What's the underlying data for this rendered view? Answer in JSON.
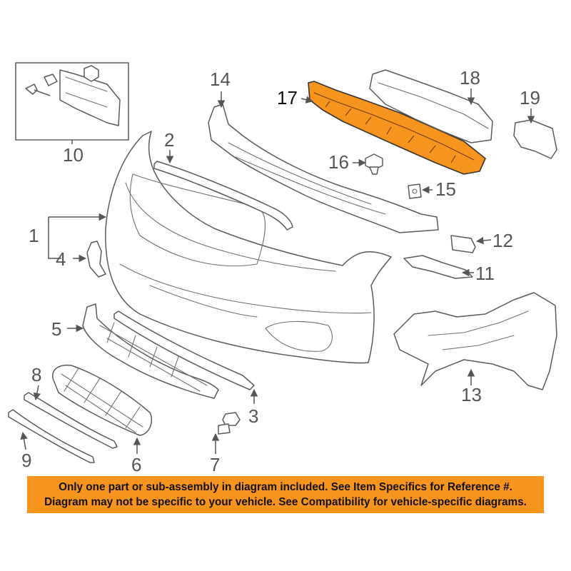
{
  "diagram": {
    "callouts": [
      {
        "id": "1",
        "label": "1"
      },
      {
        "id": "2",
        "label": "2"
      },
      {
        "id": "3",
        "label": "3"
      },
      {
        "id": "4",
        "label": "4"
      },
      {
        "id": "5",
        "label": "5"
      },
      {
        "id": "6",
        "label": "6"
      },
      {
        "id": "7",
        "label": "7"
      },
      {
        "id": "8",
        "label": "8"
      },
      {
        "id": "9",
        "label": "9"
      },
      {
        "id": "10",
        "label": "10"
      },
      {
        "id": "11",
        "label": "11"
      },
      {
        "id": "12",
        "label": "12"
      },
      {
        "id": "13",
        "label": "13"
      },
      {
        "id": "14",
        "label": "14"
      },
      {
        "id": "15",
        "label": "15"
      },
      {
        "id": "16",
        "label": "16"
      },
      {
        "id": "17",
        "label": "17"
      },
      {
        "id": "18",
        "label": "18"
      },
      {
        "id": "19",
        "label": "19"
      }
    ],
    "highlighted_part": "17",
    "highlight_color": "#f7941d",
    "line_color": "#606060"
  },
  "banner": {
    "line1": "Only one part or sub-assembly in diagram included. See Item Specifics for Reference #.",
    "line2": "Diagram may not be specific to your vehicle. See Compatibility for vehicle-specific diagrams.",
    "background": "#f7941d"
  }
}
